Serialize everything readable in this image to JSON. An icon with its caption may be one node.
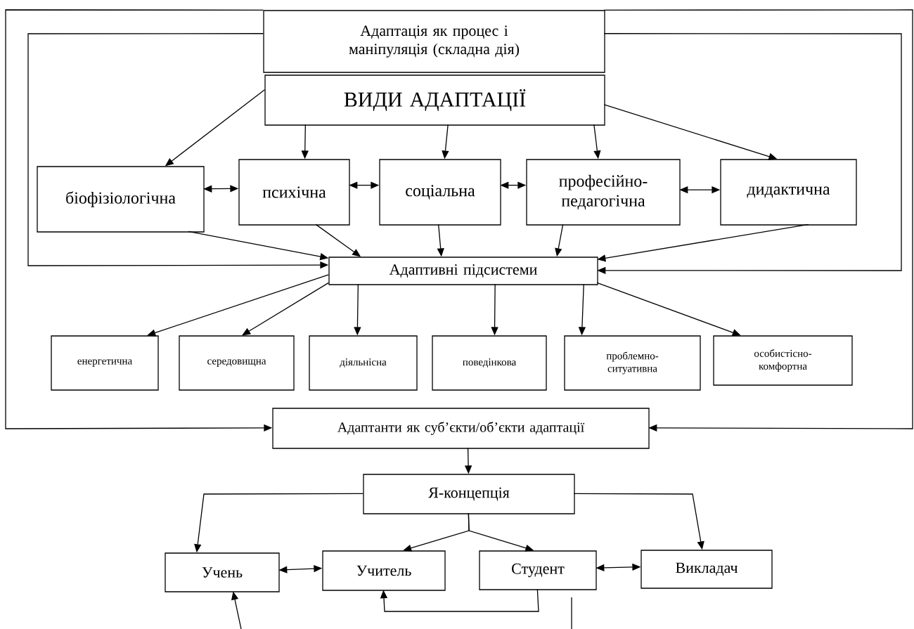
{
  "diagram": {
    "nodes": [
      {
        "text": [
          "Адаптація як процес і маніпуляція (складна дія)"
        ]
      },
      {
        "text": [
          "ВИДИ АДАПТАЦІЇ"
        ]
      },
      {
        "text": [
          "біофізіологічна"
        ]
      },
      {
        "text": [
          "психічна"
        ]
      },
      {
        "text": [
          "соціальна"
        ]
      },
      {
        "text": [
          "професійно-педагогічна"
        ]
      },
      {
        "text": [
          "дидактична"
        ]
      },
      {
        "text": [
          "Адаптивні підсистеми"
        ]
      },
      {
        "text": [
          "енергетична"
        ]
      },
      {
        "text": [
          "середовищна"
        ]
      },
      {
        "text": [
          "діяльнісна"
        ]
      },
      {
        "text": [
          "поведінкова"
        ]
      },
      {
        "text": [
          "проблемно-ситуативна"
        ]
      },
      {
        "text": [
          "особистісно-комфортна"
        ]
      },
      {
        "text": [
          "Адаптанти як суб’єкти/об’єкти адаптації"
        ]
      },
      {
        "text": [
          "Я-концепція"
        ]
      },
      {
        "text": [
          "Учень"
        ]
      },
      {
        "text": [
          "Учитель"
        ]
      },
      {
        "text": [
          "Студент"
        ]
      },
      {
        "text": [
          "Викладач"
        ]
      }
    ],
    "edges": [
      {
        "from": 0,
        "to": 14,
        "arrow": "to"
      },
      {
        "from": 0,
        "to": 14,
        "arrow": "to"
      },
      {
        "from": 0,
        "to": 7,
        "arrow": "to"
      },
      {
        "from": 0,
        "to": 7,
        "arrow": "to"
      },
      {
        "from": 1,
        "to": 2,
        "arrow": "to"
      },
      {
        "from": 1,
        "to": 3,
        "arrow": "to"
      },
      {
        "from": 1,
        "to": 4,
        "arrow": "to"
      },
      {
        "from": 1,
        "to": 5,
        "arrow": "to"
      },
      {
        "from": 1,
        "to": 6,
        "arrow": "to"
      },
      {
        "from": 2,
        "to": 3,
        "arrow": "both"
      },
      {
        "from": 3,
        "to": 4,
        "arrow": "both"
      },
      {
        "from": 4,
        "to": 5,
        "arrow": "both"
      },
      {
        "from": 5,
        "to": 6,
        "arrow": "both"
      },
      {
        "from": 2,
        "to": 7,
        "arrow": "to"
      },
      {
        "from": 3,
        "to": 7,
        "arrow": "to"
      },
      {
        "from": 4,
        "to": 7,
        "arrow": "to"
      },
      {
        "from": 5,
        "to": 7,
        "arrow": "to"
      },
      {
        "from": 6,
        "to": 7,
        "arrow": "to"
      },
      {
        "from": 7,
        "to": 8,
        "arrow": "to"
      },
      {
        "from": 7,
        "to": 9,
        "arrow": "to"
      },
      {
        "from": 7,
        "to": 10,
        "arrow": "to"
      },
      {
        "from": 7,
        "to": 11,
        "arrow": "to"
      },
      {
        "from": 7,
        "to": 12,
        "arrow": "to"
      },
      {
        "from": 7,
        "to": 13,
        "arrow": "to"
      },
      {
        "from": 14,
        "to": 15,
        "arrow": "to"
      },
      {
        "from": 15,
        "to": 16,
        "arrow": "to"
      },
      {
        "from": 15,
        "to": 17,
        "arrow": "to"
      },
      {
        "from": 15,
        "to": 18,
        "arrow": "to"
      },
      {
        "from": 15,
        "to": 19,
        "arrow": "to"
      },
      {
        "from": 16,
        "to": 17,
        "arrow": "both"
      },
      {
        "from": 18,
        "to": 19,
        "arrow": "both"
      },
      {
        "from": 18,
        "to": 17,
        "arrow": "to"
      },
      {
        "from": null,
        "to": 16,
        "arrow": "to"
      }
    ]
  }
}
